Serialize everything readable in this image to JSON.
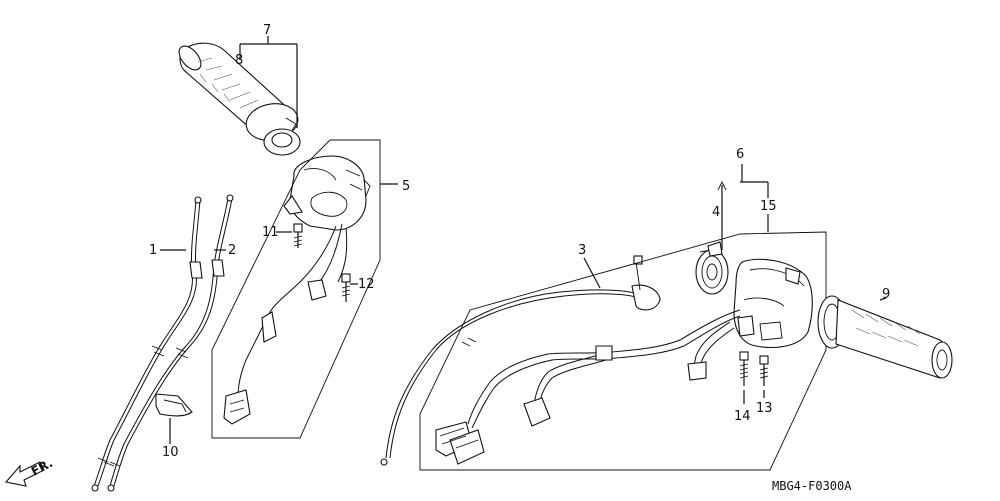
{
  "diagram": {
    "part_labels": {
      "p1": "1",
      "p2": "2",
      "p3": "3",
      "p4": "4",
      "p5": "5",
      "p6": "6",
      "p7": "7",
      "p8": "8",
      "p9": "9",
      "p10": "10",
      "p11": "11",
      "p12": "12",
      "p13": "13",
      "p14": "14",
      "p15": "15"
    },
    "drawing_code": "MBG4-F0300A",
    "front_marker": "FR."
  }
}
